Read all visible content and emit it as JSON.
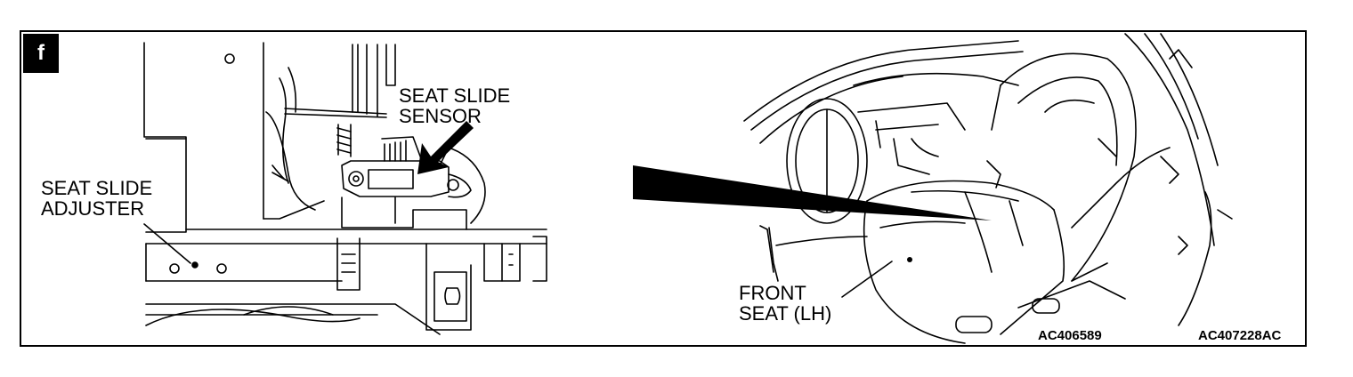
{
  "badge": "f",
  "labels": {
    "seat_slide_sensor": [
      "SEAT SLIDE",
      "SENSOR"
    ],
    "seat_slide_adjuster": [
      "SEAT SLIDE",
      "ADJUSTER"
    ],
    "front_seat": [
      "FRONT",
      "SEAT (LH)"
    ]
  },
  "codes": {
    "left_view": "AC406589",
    "figure": "AC407228AC"
  }
}
